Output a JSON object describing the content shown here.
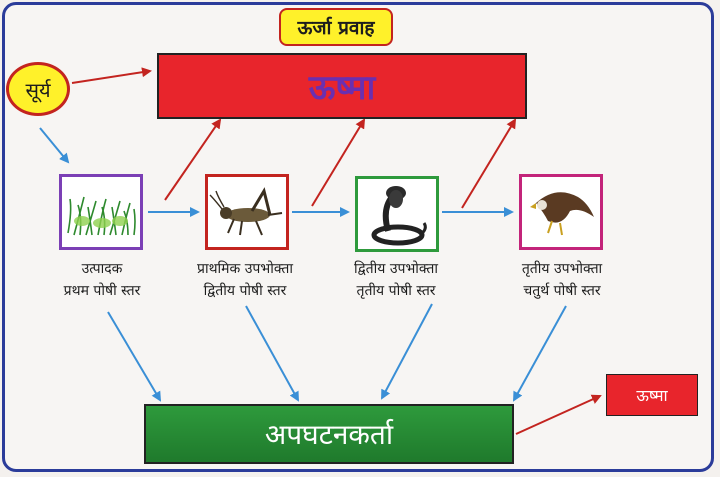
{
  "title": "ऊर्जा प्रवाह",
  "sun": "सूर्य",
  "heat_top": "ऊष्मा",
  "decomposer": "अपघटनकर्ता",
  "heat_small": "ऊष्मा",
  "levels": [
    {
      "name": "उत्पादक",
      "level": "प्रथम पोषी स्तर",
      "icon": "grass-icon"
    },
    {
      "name": "प्राथमिक उपभोक्ता",
      "level": "द्वितीय पोषी स्तर",
      "icon": "grasshopper-icon"
    },
    {
      "name": "द्वितीय उपभोक्ता",
      "level": "तृतीय पोषी स्तर",
      "icon": "cobra-icon"
    },
    {
      "name": "तृतीय उपभोक्ता",
      "level": "चतुर्थ पोषी स्तर",
      "icon": "eagle-icon"
    }
  ],
  "colors": {
    "heat": "#e8252c",
    "decomposer": "#2e9a3c",
    "title_bg": "#fff12a",
    "red_arrow": "#c3241f",
    "blue_arrow": "#3a8fd6",
    "frame": "#2b3c9a"
  }
}
